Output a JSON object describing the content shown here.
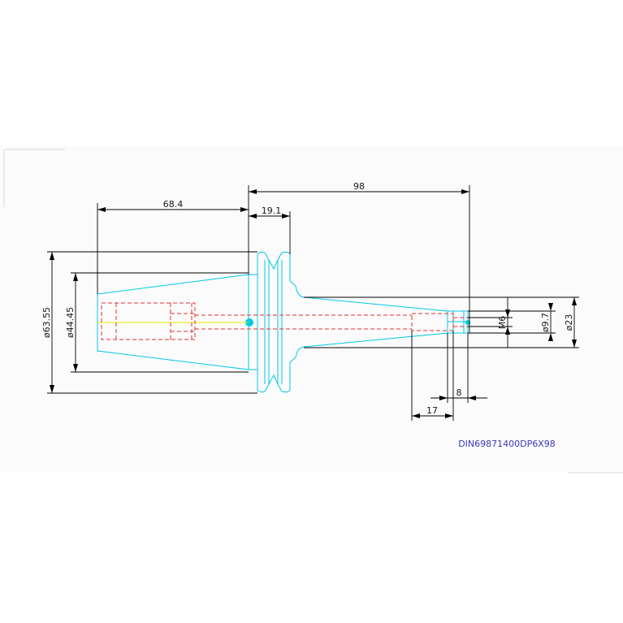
{
  "dimensions": {
    "overall_length": "98",
    "taper_length": "68.4",
    "flange_width": "19.1",
    "flange_diameter": "ø63.55",
    "taper_diameter": "ø44.45",
    "thread_size": "M6",
    "bore_diameter": "ø9.7",
    "nose_diameter": "ø23",
    "bore_depth": "17",
    "thread_depth": "8"
  },
  "caption": "DIN69871400DP6X98",
  "colors": {
    "outline": "#00c8e6",
    "dimension": "#000000",
    "hidden": "#e03030",
    "centerline": "#e8e800",
    "caption": "#3a3ab8"
  }
}
